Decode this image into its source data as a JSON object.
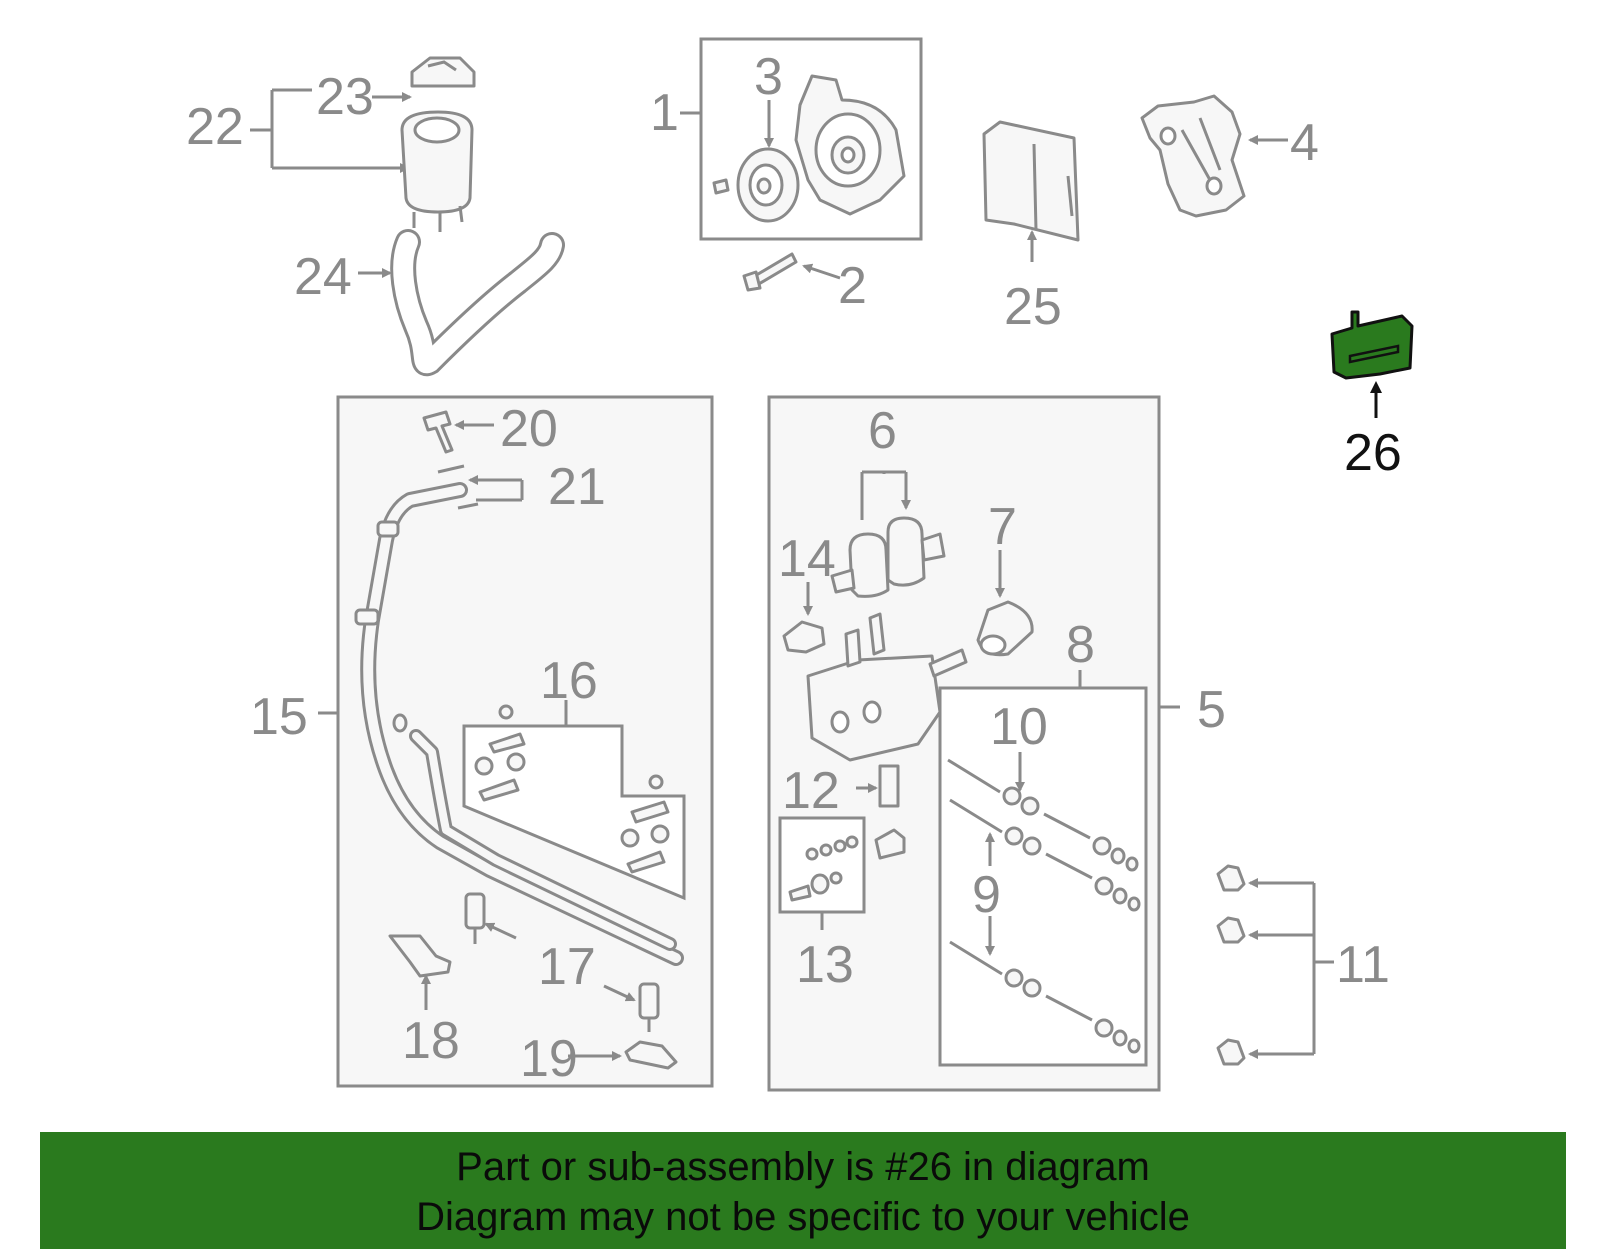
{
  "callouts": {
    "c1": "1",
    "c2": "2",
    "c3": "3",
    "c4": "4",
    "c5": "5",
    "c6": "6",
    "c7": "7",
    "c8": "8",
    "c9": "9",
    "c10": "10",
    "c11": "11",
    "c12": "12",
    "c13": "13",
    "c14": "14",
    "c15": "15",
    "c16": "16",
    "c17": "17",
    "c18": "18",
    "c19": "19",
    "c20": "20",
    "c21": "21",
    "c22": "22",
    "c23": "23",
    "c24": "24",
    "c25": "25",
    "c26": "26"
  },
  "highlight": {
    "part": "26",
    "color": "#2a7a1e"
  },
  "banner": {
    "line1": "Part or sub-assembly is #26 in diagram",
    "line2": "Diagram may not be specific to your vehicle"
  }
}
